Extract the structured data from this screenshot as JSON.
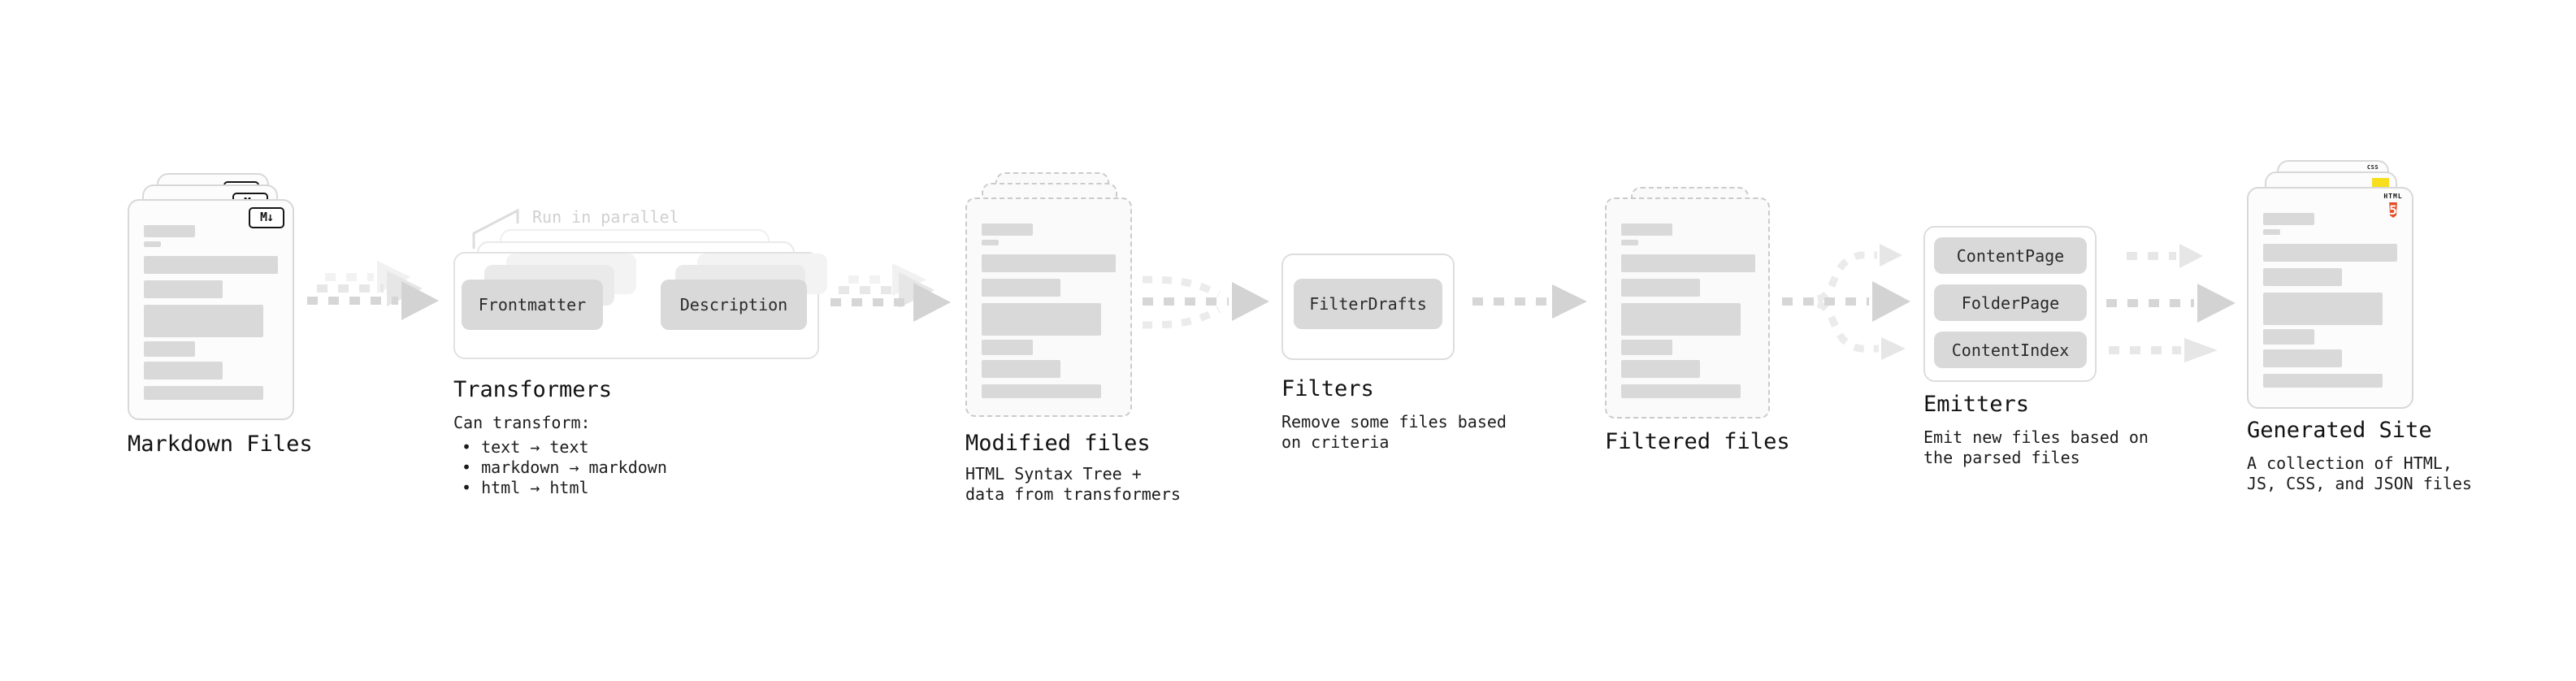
{
  "nodes": {
    "markdown": {
      "title": "Markdown Files",
      "badge": "M↓"
    },
    "transformers": {
      "title": "Transformers",
      "note": "Run in parallel",
      "frontmatter": "Frontmatter",
      "description": "Description",
      "desc": "Can transform:",
      "bullets": [
        "• text → text",
        "• markdown → markdown",
        "• html → html"
      ]
    },
    "modified": {
      "title": "Modified files",
      "sub": [
        "HTML Syntax Tree +",
        "data from transformers"
      ]
    },
    "filters": {
      "title": "Filters",
      "button": "FilterDrafts",
      "sub": [
        "Remove some files based",
        "on criteria"
      ]
    },
    "filtered": {
      "title": "Filtered files"
    },
    "emitters": {
      "title": "Emitters",
      "buttons": [
        "ContentPage",
        "FolderPage",
        "ContentIndex"
      ],
      "sub": [
        "Emit new files based on",
        "the parsed files"
      ]
    },
    "generated": {
      "title": "Generated Site",
      "sub": [
        "A collection of HTML,",
        "JS, CSS, and JSON files"
      ],
      "badge_css": "CSS",
      "badge_html_label": "HTML",
      "badge_html_number": "5"
    }
  },
  "colors": {
    "html5_orange": "#e44d26",
    "js_yellow": "#f7df1e",
    "css_blue": "#1572b6",
    "skeleton_gray": "#d9d9d9",
    "arrow_gray": "#d6d6d6"
  },
  "file_card_bars": [
    {
      "t": 30,
      "w": 63,
      "h": 15
    },
    {
      "t": 50,
      "w": 21,
      "h": 7
    },
    {
      "t": 68,
      "w": 165,
      "h": 22
    },
    {
      "t": 98,
      "w": 97,
      "h": 22
    },
    {
      "t": 128,
      "w": 147,
      "h": 40
    },
    {
      "t": 173,
      "w": 63,
      "h": 19
    },
    {
      "t": 198,
      "w": 97,
      "h": 22
    },
    {
      "t": 228,
      "w": 147,
      "h": 17
    }
  ]
}
